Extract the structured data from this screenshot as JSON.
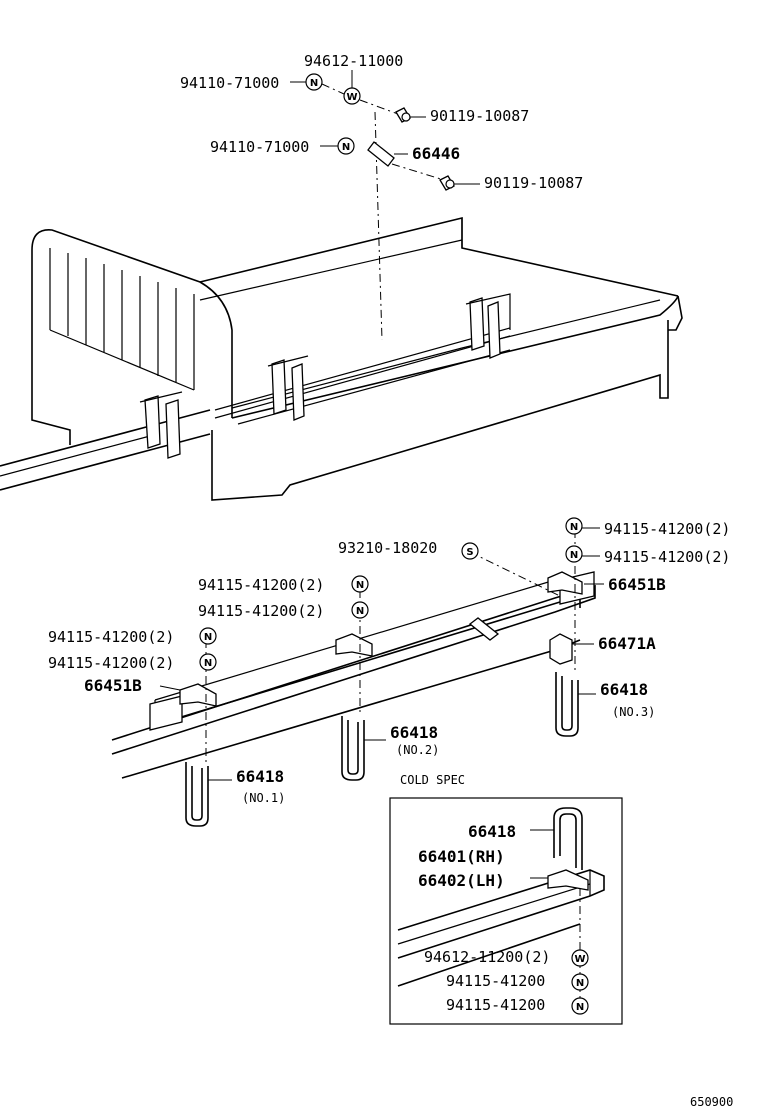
{
  "labels": {
    "p94612_11000": "94612-11000",
    "p94110_71000_a": "94110-71000",
    "p90119_10087_a": "90119-10087",
    "p94110_71000_b": "94110-71000",
    "p66446": "66446",
    "p90119_10087_b": "90119-10087",
    "p94115_41200_r1": "94115-41200(2)",
    "p94115_41200_r2": "94115-41200(2)",
    "p93210_18020": "93210-18020",
    "p66451B_r": "66451B",
    "p94115_41200_m1": "94115-41200(2)",
    "p94115_41200_m2": "94115-41200(2)",
    "p66471A": "66471A",
    "p94115_41200_l1": "94115-41200(2)",
    "p94115_41200_l2": "94115-41200(2)",
    "p66451B_l": "66451B",
    "p66418_no3": "66418",
    "p66418_no3_sub": "(NO.3)",
    "p66418_no2": "66418",
    "p66418_no2_sub": "(NO.2)",
    "p66418_no1": "66418",
    "p66418_no1_sub": "(NO.1)"
  },
  "cold_spec": {
    "title": "COLD SPEC",
    "p66418": "66418",
    "p66401": "66401(RH)",
    "p66402": "66402(LH)",
    "p94612_11200": "94612-11200(2)",
    "p94115_41200_a": "94115-41200",
    "p94115_41200_b": "94115-41200"
  },
  "symbols": {
    "nut": "N",
    "washer": "W",
    "spacer": "S"
  },
  "diagram_code": "650900"
}
